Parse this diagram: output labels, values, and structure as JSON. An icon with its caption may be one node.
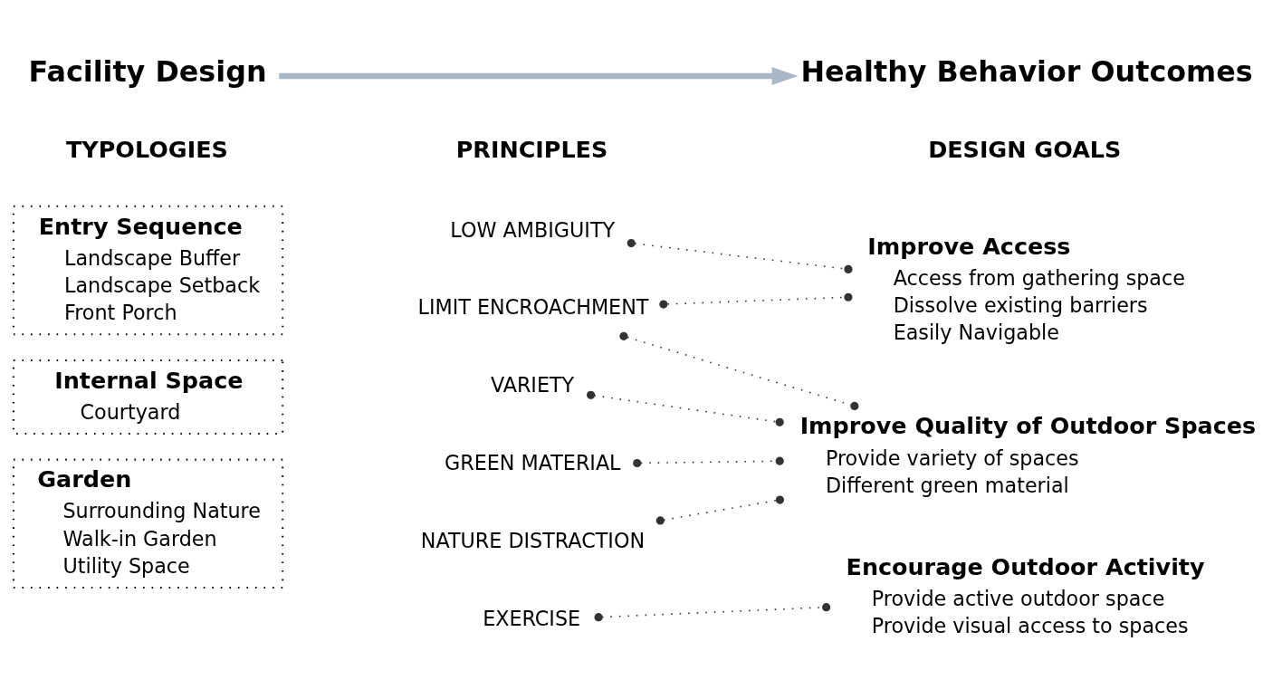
{
  "diagram": {
    "nodes": [
      {
        "text": [
          "Facility Design"
        ]
      },
      {
        "text": [
          "Healthy Behavior Outcomes"
        ]
      },
      {
        "text": [
          "Entry Sequence",
          "Landscape Buffer",
          "Landscape Setback",
          "Front Porch"
        ]
      },
      {
        "text": [
          "Internal Space",
          "Courtyard"
        ]
      },
      {
        "text": [
          "Garden",
          "Surrounding Nature",
          "Walk-in Garden",
          "Utility Space"
        ]
      },
      {
        "text": [
          "LOW AMBIGUITY"
        ]
      },
      {
        "text": [
          "LIMIT ENCROACHMENT"
        ]
      },
      {
        "text": [
          "VARIETY"
        ]
      },
      {
        "text": [
          "GREEN MATERIAL"
        ]
      },
      {
        "text": [
          "NATURE DISTRACTION"
        ]
      },
      {
        "text": [
          "EXERCISE"
        ]
      },
      {
        "text": [
          "Improve Access",
          "Access from gathering space",
          "Dissolve existing barriers",
          "Easily Navigable"
        ]
      },
      {
        "text": [
          "Improve Quality of Outdoor Spaces",
          "Provide variety of spaces",
          "Different green material"
        ]
      },
      {
        "text": [
          "Encourage Outdoor Activity",
          "Provide active outdoor space",
          "Provide visual access to spaces"
        ]
      }
    ],
    "edges": [
      {
        "from": 0,
        "to": 1,
        "arrow": "to",
        "style": "thick",
        "color": "#a9b8c8"
      },
      {
        "from": 5,
        "to": 11,
        "arrow": "other",
        "style": "dashed"
      },
      {
        "from": 6,
        "to": 11,
        "arrow": "other",
        "style": "dashed"
      },
      {
        "from": 6,
        "to": 12,
        "arrow": "other",
        "style": "dashed"
      },
      {
        "from": 7,
        "to": 12,
        "arrow": "other",
        "style": "dashed"
      },
      {
        "from": 8,
        "to": 12,
        "arrow": "other",
        "style": "dashed"
      },
      {
        "from": 9,
        "to": 12,
        "arrow": "other",
        "style": "dashed"
      },
      {
        "from": 10,
        "to": 13,
        "arrow": "other",
        "style": "dashed"
      }
    ],
    "labels": [
      "TYPOLOGIES",
      "PRINCIPLES",
      "DESIGN GOALS"
    ]
  }
}
